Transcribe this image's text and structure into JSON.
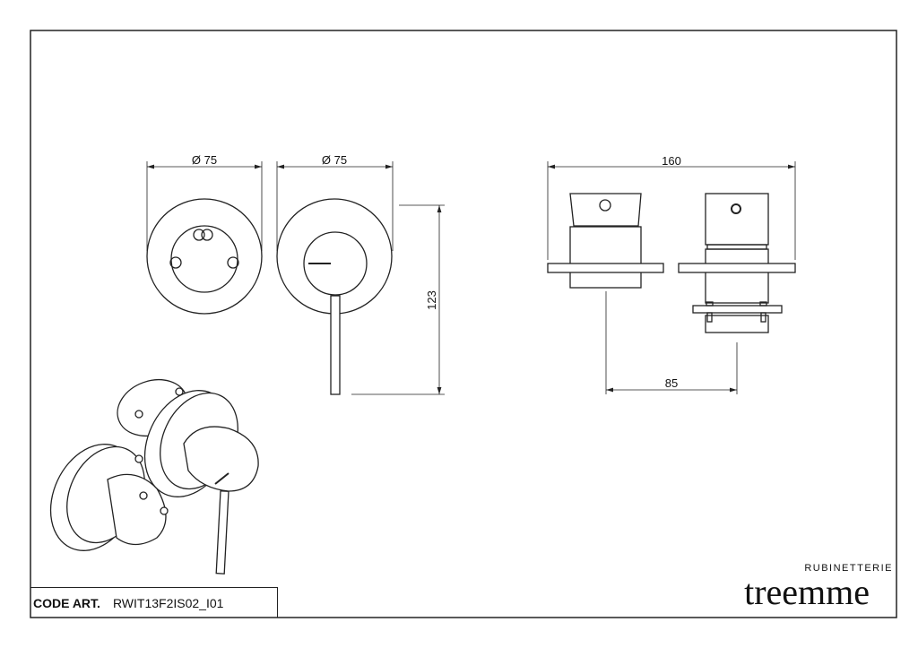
{
  "drawing": {
    "dimensions": {
      "front_plate_diameter": "Ø 75",
      "front_handle_diameter": "Ø 75",
      "height": "123",
      "total_width": "160",
      "spacing": "85"
    }
  },
  "title_block": {
    "code_label": "CODE ART.",
    "code_value": "RWIT13F2IS02_I01"
  },
  "logo": {
    "subtitle": "RUBINETTERIE",
    "name": "treemme"
  }
}
